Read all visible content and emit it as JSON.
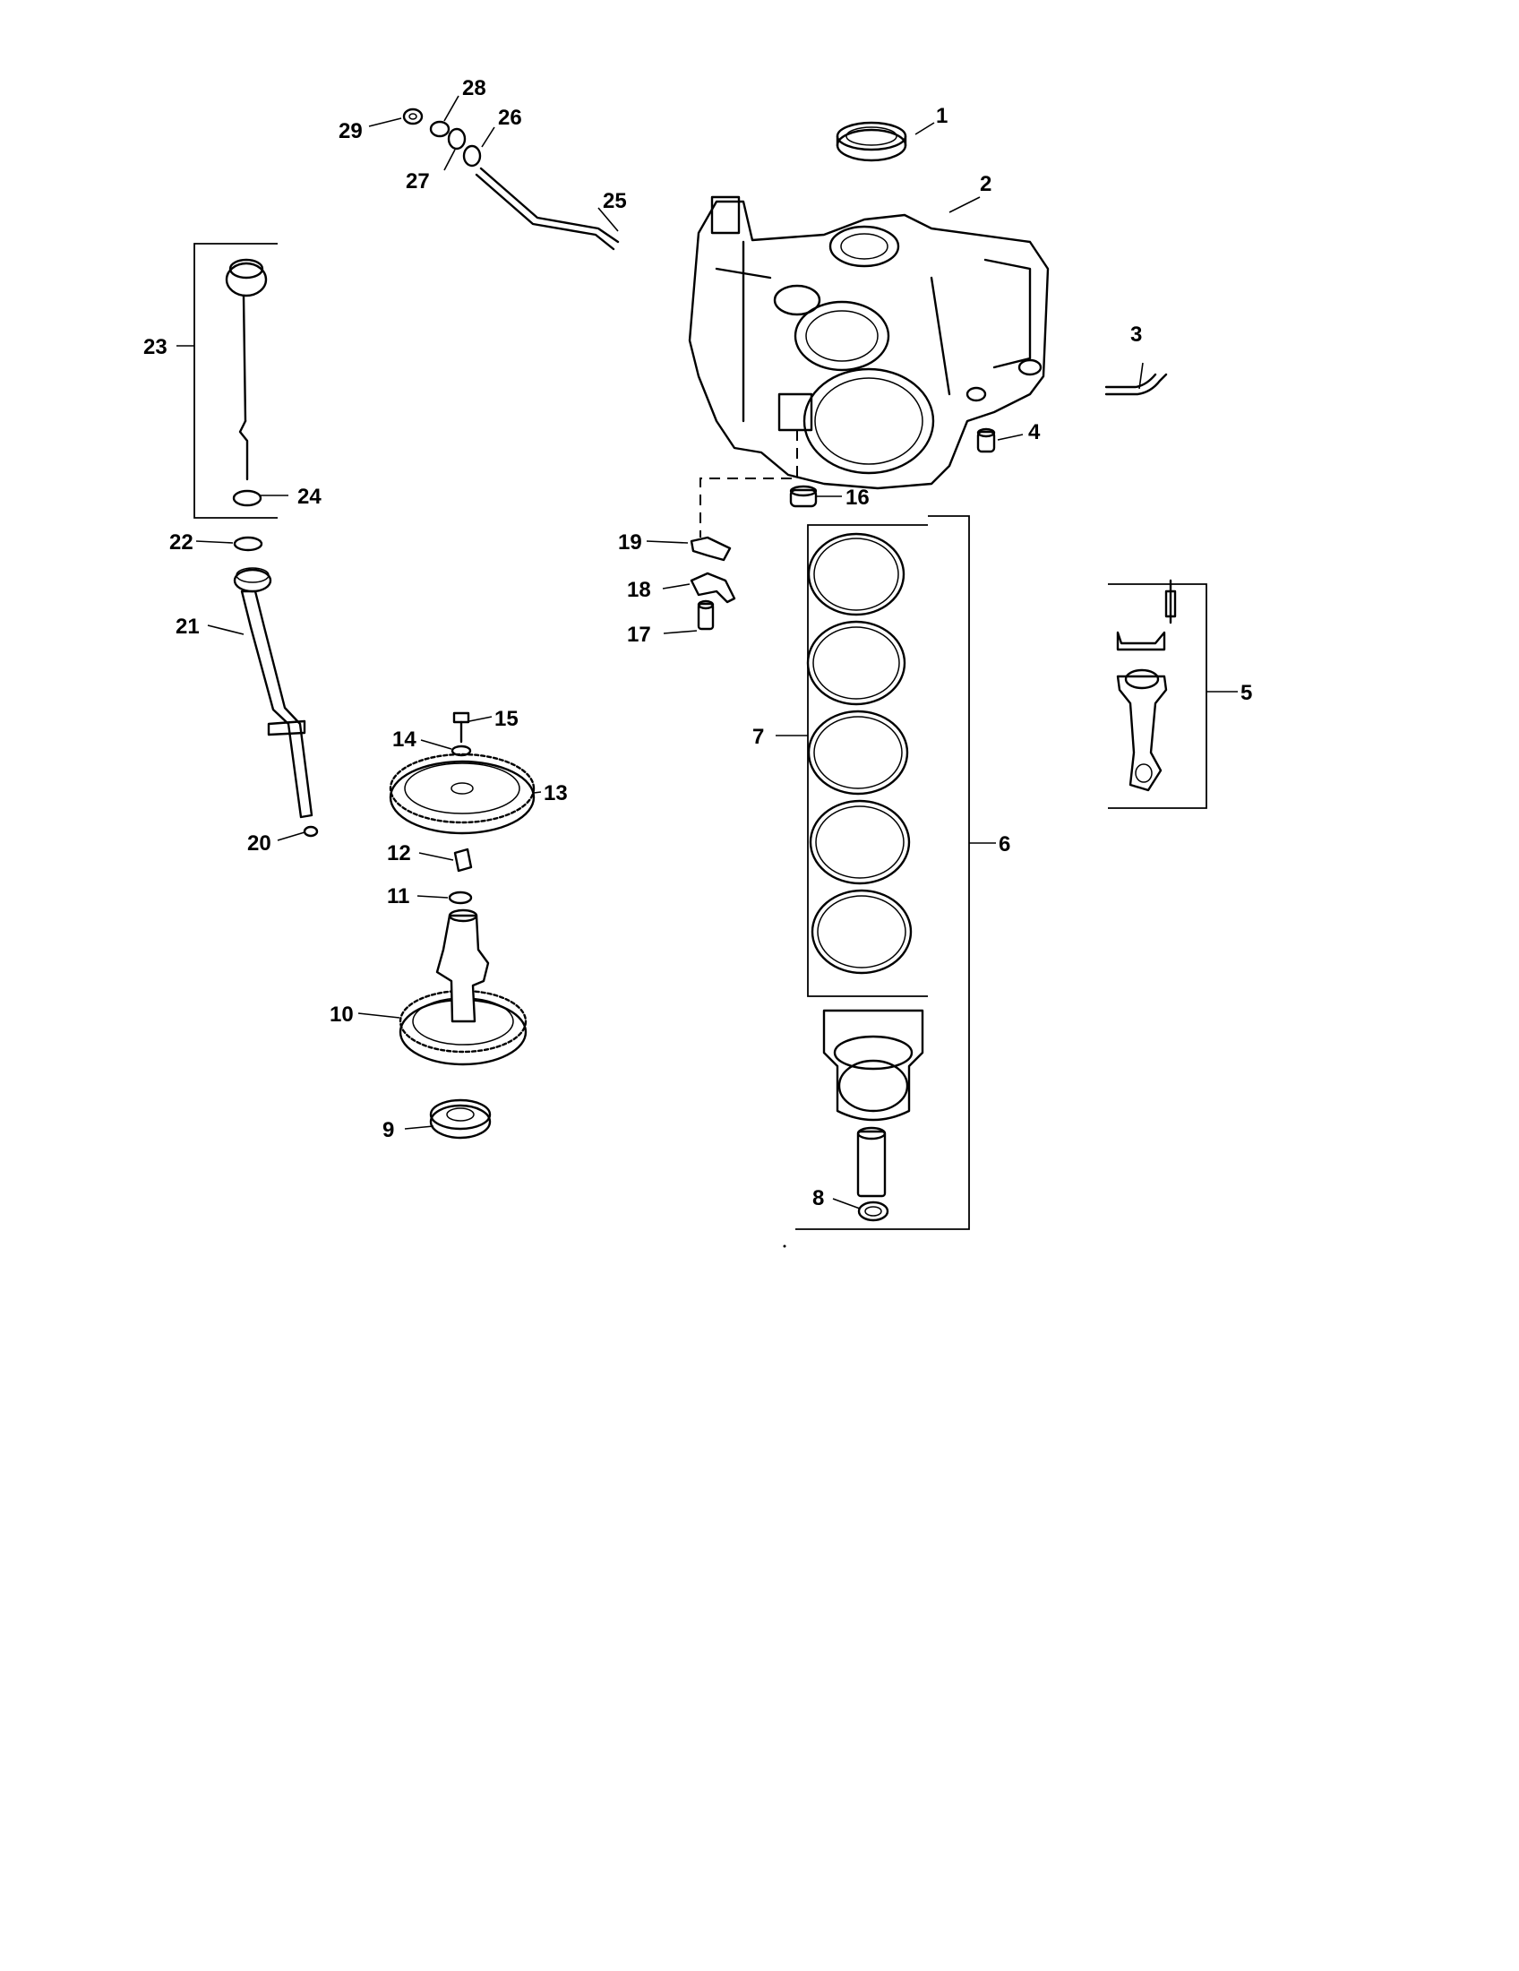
{
  "diagram": {
    "type": "exploded-parts-diagram",
    "callouts": [
      "1",
      "2",
      "3",
      "4",
      "5",
      "6",
      "7",
      "8",
      "9",
      "10",
      "11",
      "12",
      "13",
      "14",
      "15",
      "16",
      "17",
      "18",
      "19",
      "20",
      "21",
      "22",
      "23",
      "24",
      "25",
      "26",
      "27",
      "28",
      "29"
    ]
  }
}
